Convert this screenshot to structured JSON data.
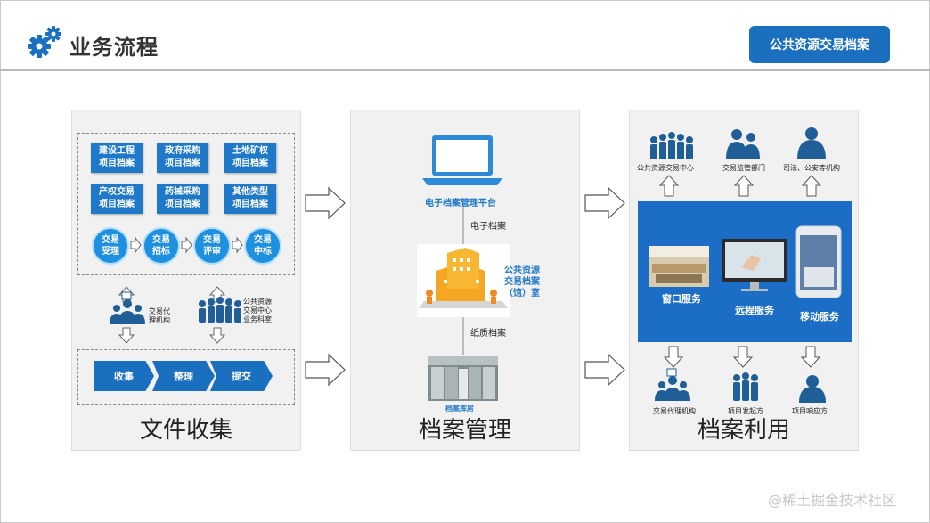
{
  "header": {
    "title": "业务流程",
    "badge": "公共资源交易档案"
  },
  "panel1": {
    "title": "文件收集",
    "doc_boxes": [
      [
        "建设工程",
        "项目档案"
      ],
      [
        "政府采购",
        "项目档案"
      ],
      [
        "土地矿权",
        "项目档案"
      ],
      [
        "产权交易",
        "项目档案"
      ],
      [
        "药械采购",
        "项目档案"
      ],
      [
        "其他类型",
        "项目档案"
      ]
    ],
    "process": [
      [
        "交易",
        "受理"
      ],
      [
        "交易",
        "招标"
      ],
      [
        "交易",
        "评审"
      ],
      [
        "交易",
        "中标"
      ]
    ],
    "agent_left": [
      "交易代",
      "理机构"
    ],
    "agent_right": [
      "公共资源",
      "交易中心",
      "业务科室"
    ],
    "steps": [
      "收集",
      "整理",
      "提交"
    ]
  },
  "panel2": {
    "title": "档案管理",
    "platform": "电子档案管理平台",
    "electronic": "电子档案",
    "center_label": [
      "公共资源",
      "交易档案",
      "（馆）室"
    ],
    "paper": "纸质档案",
    "storage": "档案库房"
  },
  "panel3": {
    "title": "档案利用",
    "top_users": [
      "公共资源交易中心",
      "交易监管部门",
      "司法、公安等机构"
    ],
    "services": [
      "窗口服务",
      "远程服务",
      "移动服务"
    ],
    "bottom_users": [
      "交易代理机构",
      "项目发起方",
      "项目响应方"
    ]
  },
  "watermark": "@稀土掘金技术社区"
}
